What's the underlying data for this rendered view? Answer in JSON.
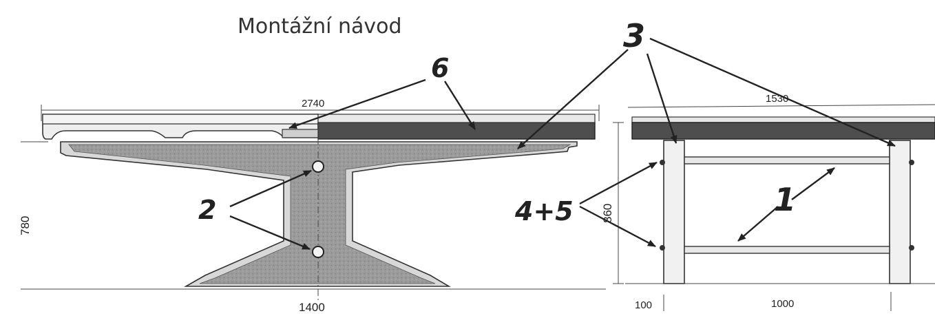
{
  "title": "Montážní návod",
  "dimensions": {
    "top_width": "2740",
    "base_width": "1400",
    "height": "780",
    "side_width": "1530",
    "side_height": "860",
    "leg_offset": "100",
    "inner_span": "1000"
  },
  "callouts": {
    "c1": "1",
    "c2": "2",
    "c3": "3",
    "c45": "4+5",
    "c6": "6"
  },
  "colors": {
    "tabletop_dark": "#4e4e4e",
    "concrete": "#9b9b9b",
    "light_fill": "#e6e6e6"
  }
}
